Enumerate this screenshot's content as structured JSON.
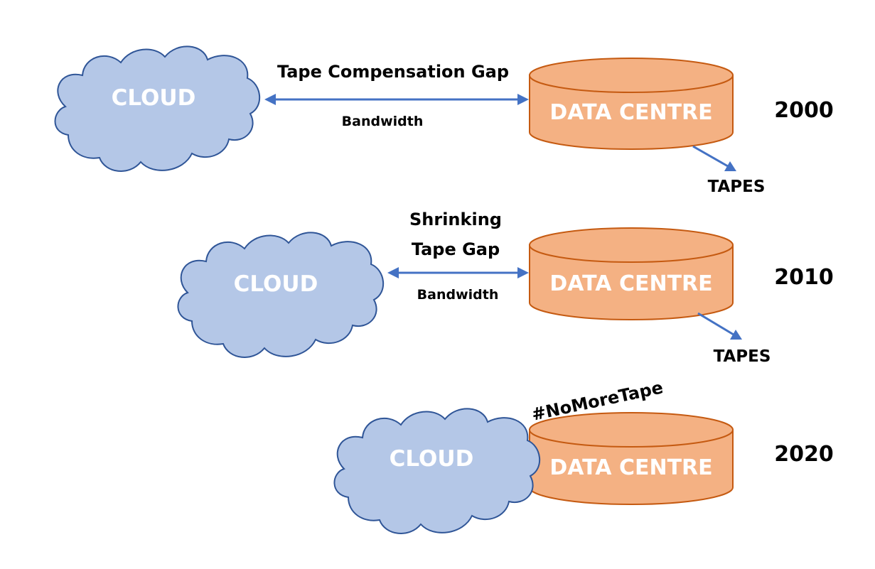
{
  "rows": [
    {
      "year": "2000",
      "cloud_label": "CLOUD",
      "datacentre_label": "DATA CENTRE",
      "gap_label": [
        "Tape Compensation Gap"
      ],
      "bandwidth_label": "Bandwidth",
      "tapes_label": "TAPES"
    },
    {
      "year": "2010",
      "cloud_label": "CLOUD",
      "datacentre_label": "DATA CENTRE",
      "gap_label": [
        "Shrinking",
        "Tape Gap"
      ],
      "bandwidth_label": "Bandwidth",
      "tapes_label": "TAPES"
    },
    {
      "year": "2020",
      "cloud_label": "CLOUD",
      "datacentre_label": "DATA CENTRE",
      "hashtag": "#NoMoreTape"
    }
  ],
  "colors": {
    "cloud_fill": "#b4c7e7",
    "cloud_stroke": "#2f5597",
    "datacentre_fill": "#f4b183",
    "datacentre_stroke": "#c55a11",
    "arrow": "#4472c4"
  }
}
